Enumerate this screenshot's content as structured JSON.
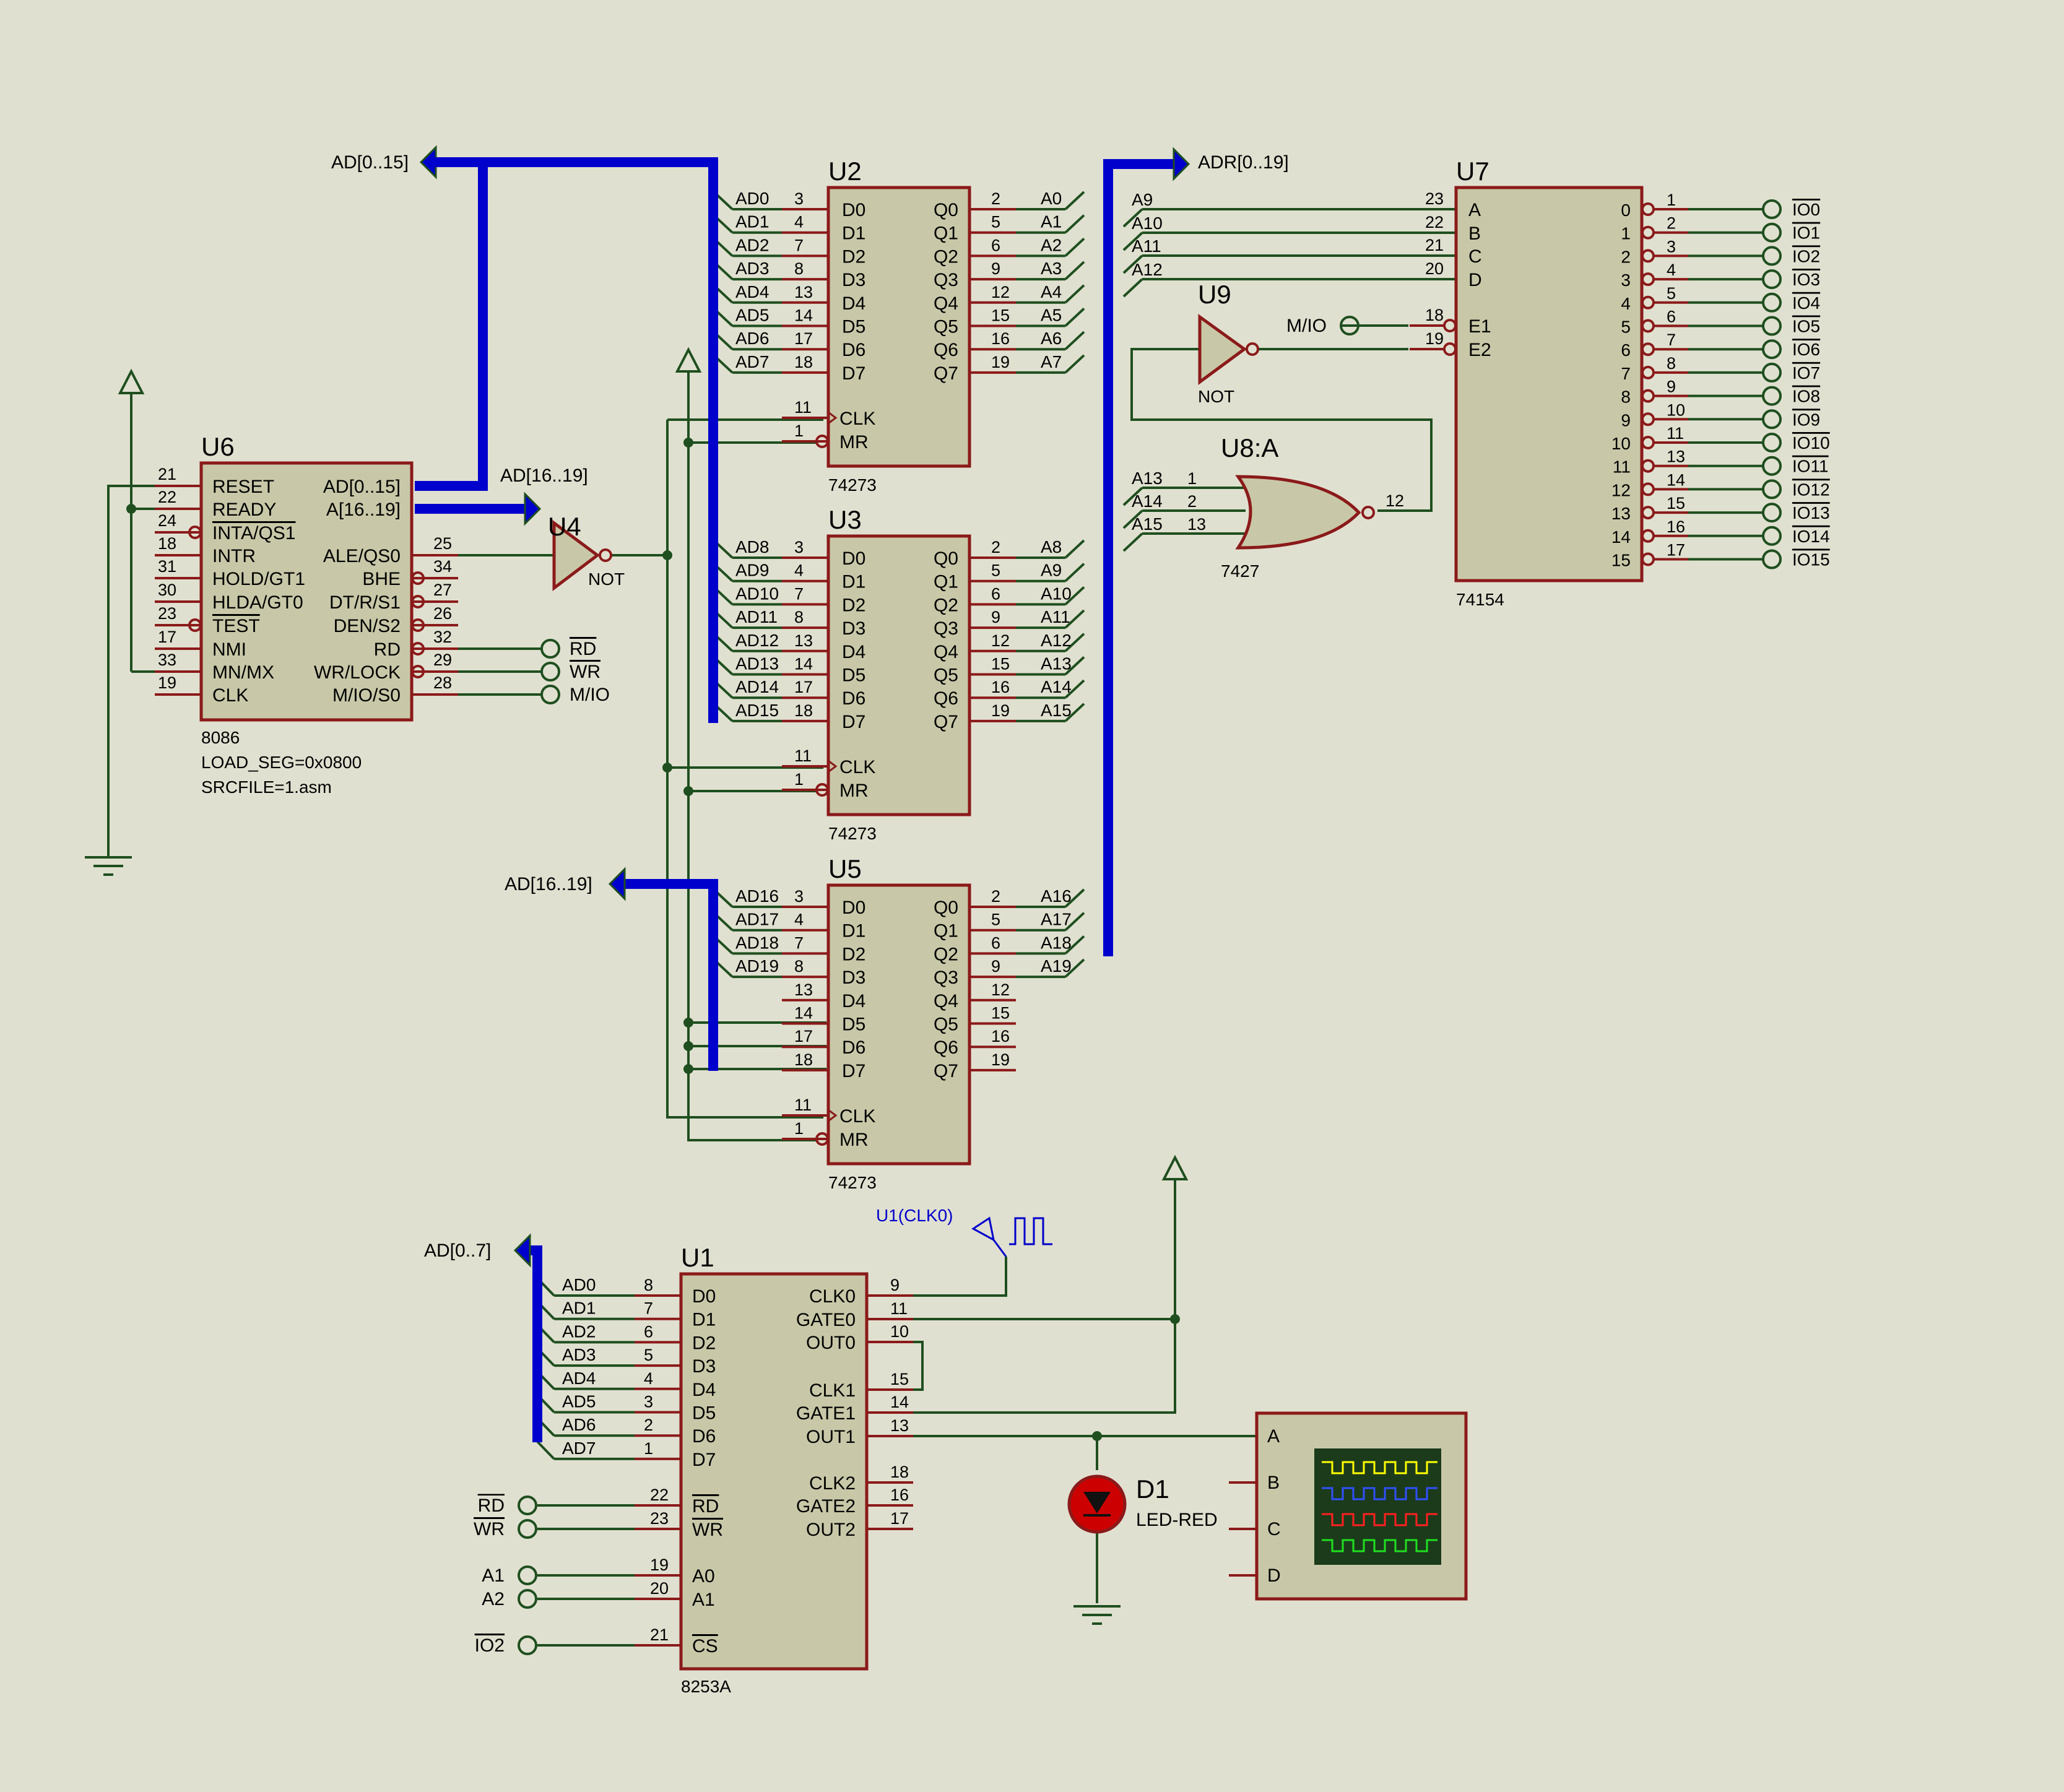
{
  "colors": {
    "background": "#e0e0d0",
    "wire": "#1f4f1f",
    "pin": "#8b1a1a",
    "body_fill": "#c8c8a8",
    "body_stroke": "#8b1a1a",
    "bus": "#0000cc",
    "text": "#000000",
    "probe": "#0000cc"
  },
  "bus_labels": {
    "ad_top": "AD[0..15]",
    "adr_top": "ADR[0..19]",
    "ad16_mid": "AD[16..19]",
    "ad16_left": "AD[16..19]",
    "ad07": "AD[0..7]"
  },
  "u6": {
    "ref": "U6",
    "part": "8086",
    "props": [
      "LOAD_SEG=0x0800",
      "SRCFILE=1.asm"
    ],
    "left_pins": [
      {
        "num": "21",
        "name": "RESET"
      },
      {
        "num": "22",
        "name": "READY"
      },
      {
        "num": "24",
        "name": "INTA/QS1"
      },
      {
        "num": "18",
        "name": "INTR"
      },
      {
        "num": "31",
        "name": "HOLD/GT1"
      },
      {
        "num": "30",
        "name": "HLDA/GT0"
      },
      {
        "num": "23",
        "name": "TEST"
      },
      {
        "num": "17",
        "name": "NMI"
      },
      {
        "num": "33",
        "name": "MN/MX"
      },
      {
        "num": "19",
        "name": "CLK"
      }
    ],
    "right_pins": [
      {
        "num": "",
        "name": "AD[0..15]"
      },
      {
        "num": "",
        "name": "A[16..19]"
      },
      {
        "num": "25",
        "name": "ALE/QS0"
      },
      {
        "num": "34",
        "name": "BHE"
      },
      {
        "num": "27",
        "name": "DT/R/S1"
      },
      {
        "num": "26",
        "name": "DEN/S2"
      },
      {
        "num": "32",
        "name": "RD"
      },
      {
        "num": "29",
        "name": "WR/LOCK"
      },
      {
        "num": "28",
        "name": "M/IO/S0"
      }
    ]
  },
  "u4": {
    "ref": "U4",
    "type": "NOT"
  },
  "u9": {
    "ref": "U9",
    "type": "NOT"
  },
  "latches": [
    {
      "ref": "U2",
      "part": "74273",
      "in_nets": [
        "AD0",
        "AD1",
        "AD2",
        "AD3",
        "AD4",
        "AD5",
        "AD6",
        "AD7"
      ],
      "in_nums": [
        "3",
        "4",
        "7",
        "8",
        "13",
        "14",
        "17",
        "18"
      ],
      "out_nums": [
        "2",
        "5",
        "6",
        "9",
        "12",
        "15",
        "16",
        "19"
      ],
      "out_nets": [
        "A0",
        "A1",
        "A2",
        "A3",
        "A4",
        "A5",
        "A6",
        "A7"
      ]
    },
    {
      "ref": "U3",
      "part": "74273",
      "in_nets": [
        "AD8",
        "AD9",
        "AD10",
        "AD11",
        "AD12",
        "AD13",
        "AD14",
        "AD15"
      ],
      "in_nums": [
        "3",
        "4",
        "7",
        "8",
        "13",
        "14",
        "17",
        "18"
      ],
      "out_nums": [
        "2",
        "5",
        "6",
        "9",
        "12",
        "15",
        "16",
        "19"
      ],
      "out_nets": [
        "A8",
        "A9",
        "A10",
        "A11",
        "A12",
        "A13",
        "A14",
        "A15"
      ]
    },
    {
      "ref": "U5",
      "part": "74273",
      "in_nets": [
        "AD16",
        "AD17",
        "AD18",
        "AD19",
        "",
        "",
        "",
        ""
      ],
      "in_nums": [
        "3",
        "4",
        "7",
        "8",
        "13",
        "14",
        "17",
        "18"
      ],
      "out_nums": [
        "2",
        "5",
        "6",
        "9",
        "12",
        "15",
        "16",
        "19"
      ],
      "out_nets": [
        "A16",
        "A17",
        "A18",
        "A19",
        "",
        "",
        "",
        ""
      ]
    }
  ],
  "latch_pins": {
    "d": [
      "D0",
      "D1",
      "D2",
      "D3",
      "D4",
      "D5",
      "D6",
      "D7"
    ],
    "q": [
      "Q0",
      "Q1",
      "Q2",
      "Q3",
      "Q4",
      "Q5",
      "Q6",
      "Q7"
    ],
    "clk": "CLK",
    "mr": "MR",
    "clk_num": "11",
    "mr_num": "1"
  },
  "u8": {
    "ref": "U8:A",
    "part": "7427",
    "in_nets": [
      "A13",
      "A14",
      "A15"
    ],
    "in_nums": [
      "1",
      "2",
      "13"
    ],
    "out_num": "12"
  },
  "u7": {
    "ref": "U7",
    "part": "74154",
    "in_pins": [
      {
        "name": "A",
        "num": "23",
        "net": "A9"
      },
      {
        "name": "B",
        "num": "22",
        "net": "A10"
      },
      {
        "name": "C",
        "num": "21",
        "net": "A11"
      },
      {
        "name": "D",
        "num": "20",
        "net": "A12"
      },
      {
        "name": "E1",
        "num": "18",
        "net": "M/IO"
      },
      {
        "name": "E2",
        "num": "19",
        "net": ""
      }
    ],
    "out_names": [
      "0",
      "1",
      "2",
      "3",
      "4",
      "5",
      "6",
      "7",
      "8",
      "9",
      "10",
      "11",
      "12",
      "13",
      "14",
      "15"
    ],
    "out_nums": [
      "1",
      "2",
      "3",
      "4",
      "5",
      "6",
      "7",
      "8",
      "9",
      "10",
      "11",
      "13",
      "14",
      "15",
      "16",
      "17"
    ],
    "out_nets": [
      "IO0",
      "IO1",
      "IO2",
      "IO3",
      "IO4",
      "IO5",
      "IO6",
      "IO7",
      "IO8",
      "IO9",
      "IO10",
      "IO11",
      "IO12",
      "IO13",
      "IO14",
      "IO15"
    ]
  },
  "u6_terminals": [
    "RD",
    "WR",
    "M/IO"
  ],
  "u1": {
    "ref": "U1",
    "part": "8253A",
    "d_nets": [
      "AD0",
      "AD1",
      "AD2",
      "AD3",
      "AD4",
      "AD5",
      "AD6",
      "AD7"
    ],
    "d_nums": [
      "8",
      "7",
      "6",
      "5",
      "4",
      "3",
      "2",
      "1"
    ],
    "d_names": [
      "D0",
      "D1",
      "D2",
      "D3",
      "D4",
      "D5",
      "D6",
      "D7"
    ],
    "ctl": [
      {
        "term": "RD",
        "num": "22",
        "name": "RD"
      },
      {
        "term": "WR",
        "num": "23",
        "name": "WR"
      },
      {
        "term": "A1",
        "num": "19",
        "name": "A0"
      },
      {
        "term": "A2",
        "num": "20",
        "name": "A1"
      },
      {
        "term": "IO2",
        "num": "21",
        "name": "CS"
      }
    ],
    "right": [
      {
        "name": "CLK0",
        "num": "9"
      },
      {
        "name": "GATE0",
        "num": "11"
      },
      {
        "name": "OUT0",
        "num": "10"
      },
      {
        "name": "CLK1",
        "num": "15"
      },
      {
        "name": "GATE1",
        "num": "14"
      },
      {
        "name": "OUT1",
        "num": "13"
      },
      {
        "name": "CLK2",
        "num": "18"
      },
      {
        "name": "GATE2",
        "num": "16"
      },
      {
        "name": "OUT2",
        "num": "17"
      }
    ]
  },
  "probe": {
    "label": "U1(CLK0)"
  },
  "d1": {
    "ref": "D1",
    "part": "LED-RED"
  },
  "scope": {
    "channels": [
      "A",
      "B",
      "C",
      "D"
    ],
    "trace_colors": [
      "#ffff00",
      "#3050ff",
      "#ff2020",
      "#20e020"
    ]
  },
  "m_io_label": "M/IO"
}
